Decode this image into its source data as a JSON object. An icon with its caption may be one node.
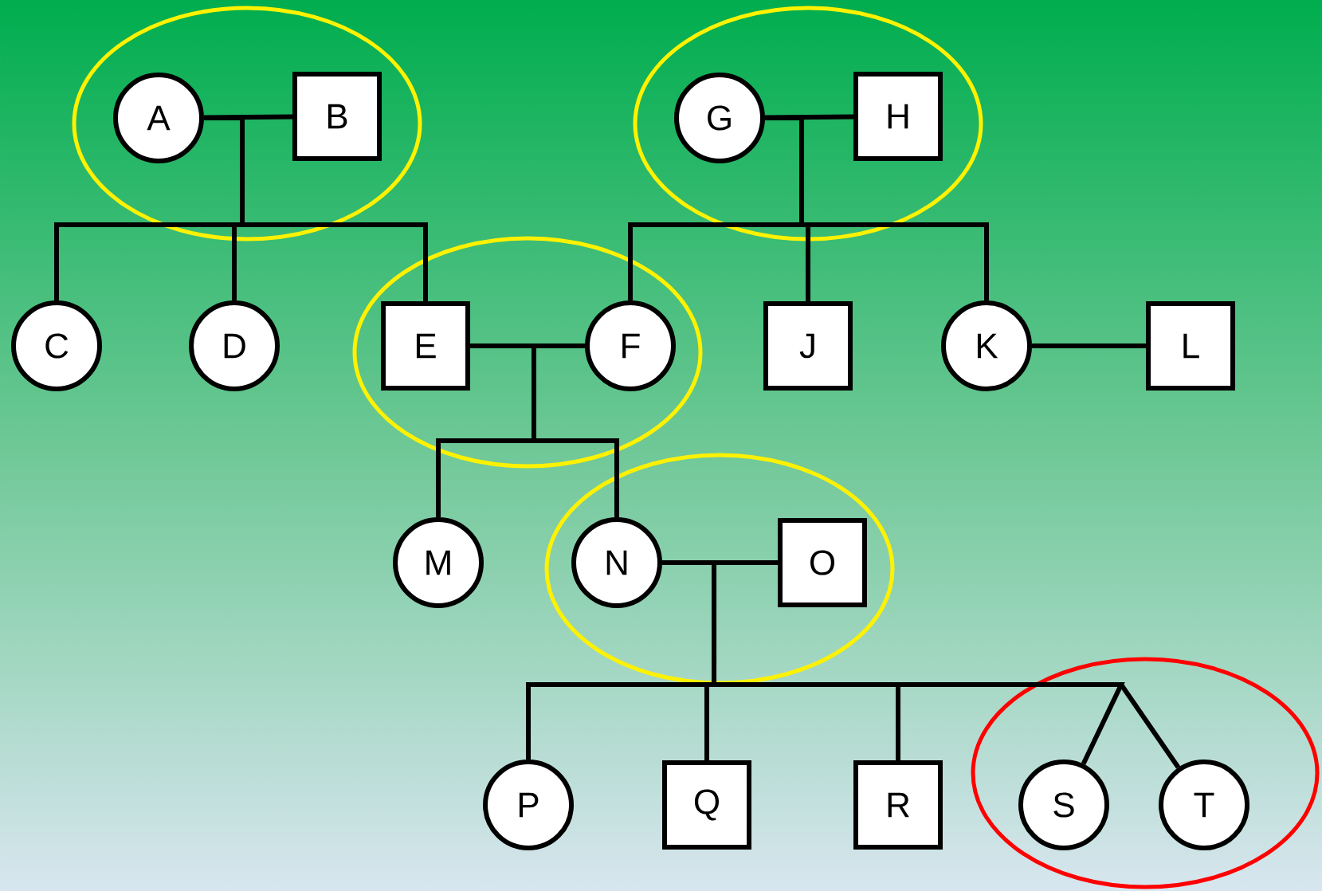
{
  "diagram": {
    "nodes": [
      {
        "text": [
          "A"
        ]
      },
      {
        "text": [
          "B"
        ]
      },
      {
        "text": [
          "G"
        ]
      },
      {
        "text": [
          "H"
        ]
      },
      {
        "text": [
          "C"
        ]
      },
      {
        "text": [
          "D"
        ]
      },
      {
        "text": [
          "E"
        ]
      },
      {
        "text": [
          "F"
        ]
      },
      {
        "text": [
          "J"
        ]
      },
      {
        "text": [
          "K"
        ]
      },
      {
        "text": [
          "L"
        ]
      },
      {
        "text": [
          "M"
        ]
      },
      {
        "text": [
          "N"
        ]
      },
      {
        "text": [
          "O"
        ]
      },
      {
        "text": [
          "P"
        ]
      },
      {
        "text": [
          "Q"
        ]
      },
      {
        "text": [
          "R"
        ]
      },
      {
        "text": [
          "S"
        ]
      },
      {
        "text": [
          "T"
        ]
      }
    ],
    "edges": [
      {
        "from": 0,
        "to": 1,
        "arrow": "none"
      },
      {
        "from": 2,
        "to": 3,
        "arrow": "none"
      },
      {
        "from": 6,
        "to": 7,
        "arrow": "none"
      },
      {
        "from": 9,
        "to": 10,
        "arrow": "none"
      },
      {
        "from": 12,
        "to": 13,
        "arrow": "none"
      },
      {
        "from": 0,
        "to": 4,
        "arrow": "none"
      },
      {
        "from": 0,
        "to": 5,
        "arrow": "none"
      },
      {
        "from": 0,
        "to": 6,
        "arrow": "none"
      },
      {
        "from": 2,
        "to": 7,
        "arrow": "none"
      },
      {
        "from": 2,
        "to": 8,
        "arrow": "none"
      },
      {
        "from": 2,
        "to": 9,
        "arrow": "none"
      },
      {
        "from": 6,
        "to": 11,
        "arrow": "none"
      },
      {
        "from": 6,
        "to": 12,
        "arrow": "none"
      },
      {
        "from": 12,
        "to": 14,
        "arrow": "none"
      },
      {
        "from": 12,
        "to": 15,
        "arrow": "none"
      },
      {
        "from": 12,
        "to": 16,
        "arrow": "none"
      },
      {
        "from": 12,
        "to": 17,
        "arrow": "none"
      },
      {
        "from": 12,
        "to": 18,
        "arrow": "none"
      }
    ]
  }
}
